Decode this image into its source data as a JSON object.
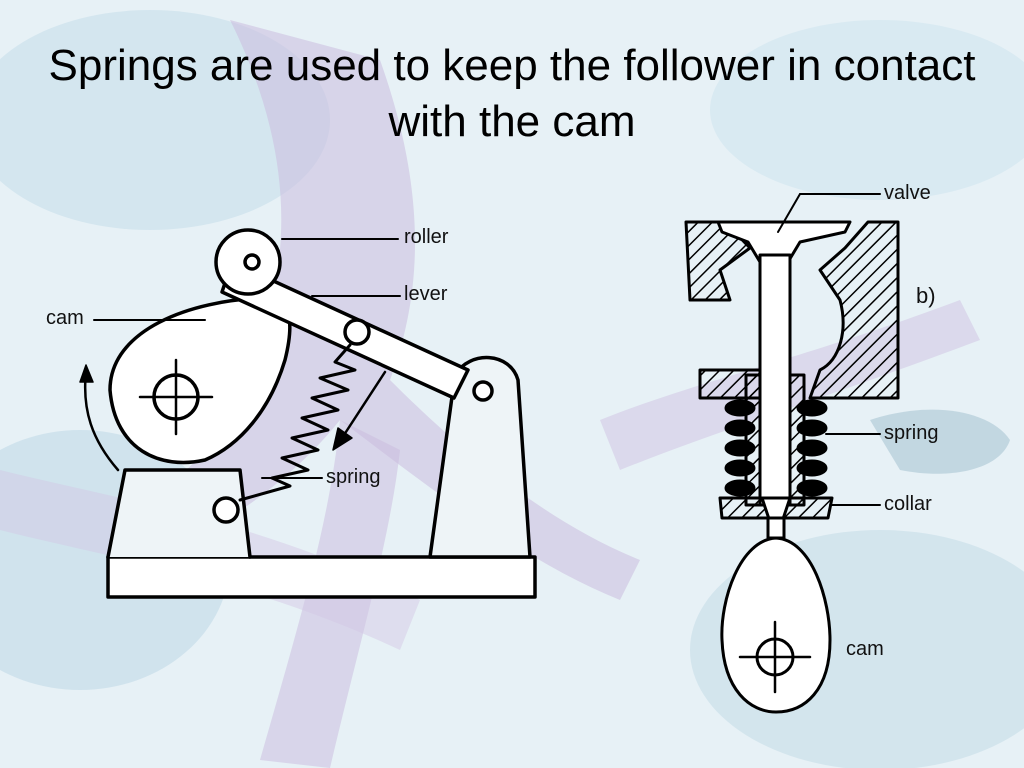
{
  "slide": {
    "title": "Springs are used to keep the follower in contact with the cam"
  },
  "diagram_a": {
    "labels": {
      "roller": "roller",
      "lever": "lever",
      "cam": "cam",
      "spring": "spring"
    }
  },
  "diagram_b": {
    "tag": "b)",
    "labels": {
      "valve": "valve",
      "spring": "spring",
      "collar": "collar",
      "cam": "cam"
    }
  },
  "colors": {
    "background": "#e6f0f5",
    "decor_purple": "#cdbde0",
    "decor_blue": "#b9d6e6",
    "line": "#000000"
  }
}
